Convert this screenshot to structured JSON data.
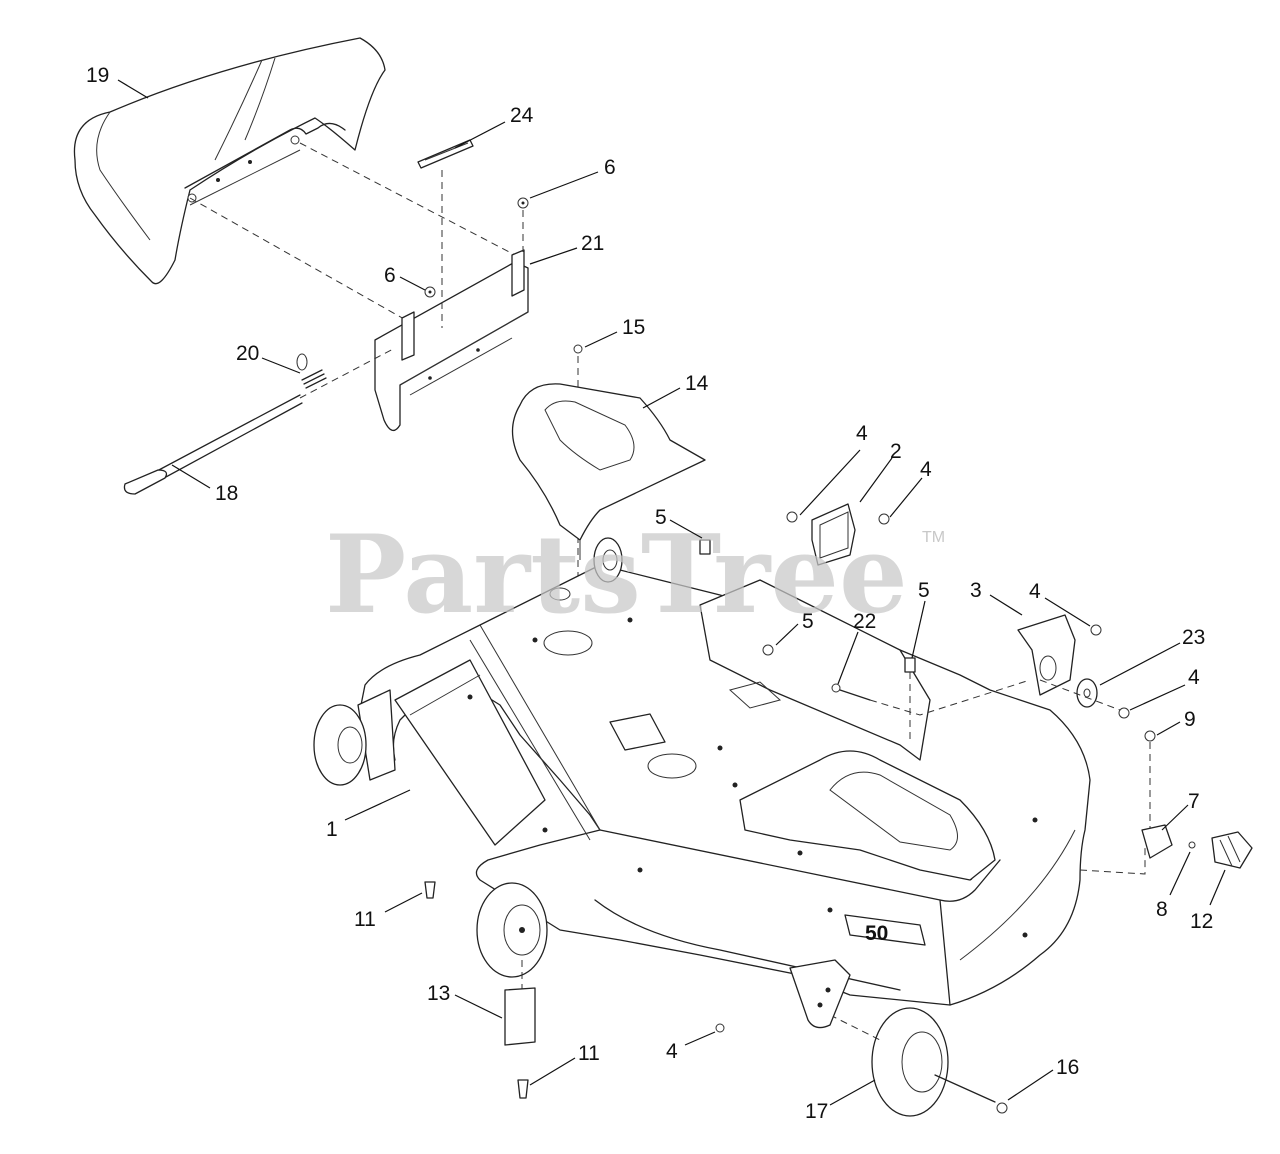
{
  "watermark": {
    "text": "PartsTree",
    "tm": "TM"
  },
  "callouts": [
    {
      "id": "c19",
      "text": "19"
    },
    {
      "id": "c24",
      "text": "24"
    },
    {
      "id": "c6a",
      "text": "6"
    },
    {
      "id": "c21",
      "text": "21"
    },
    {
      "id": "c6b",
      "text": "6"
    },
    {
      "id": "c15",
      "text": "15"
    },
    {
      "id": "c20",
      "text": "20"
    },
    {
      "id": "c14",
      "text": "14"
    },
    {
      "id": "c18",
      "text": "18"
    },
    {
      "id": "c4a",
      "text": "4"
    },
    {
      "id": "c2",
      "text": "2"
    },
    {
      "id": "c4b",
      "text": "4"
    },
    {
      "id": "c5a",
      "text": "5"
    },
    {
      "id": "c5b",
      "text": "5"
    },
    {
      "id": "c3",
      "text": "3"
    },
    {
      "id": "c4c",
      "text": "4"
    },
    {
      "id": "c5c",
      "text": "5"
    },
    {
      "id": "c22",
      "text": "22"
    },
    {
      "id": "c23",
      "text": "23"
    },
    {
      "id": "c4d",
      "text": "4"
    },
    {
      "id": "c9",
      "text": "9"
    },
    {
      "id": "c7",
      "text": "7"
    },
    {
      "id": "c1",
      "text": "1"
    },
    {
      "id": "c8",
      "text": "8"
    },
    {
      "id": "c12",
      "text": "12"
    },
    {
      "id": "c11a",
      "text": "11"
    },
    {
      "id": "c13",
      "text": "13"
    },
    {
      "id": "c4e",
      "text": "4"
    },
    {
      "id": "c11b",
      "text": "11"
    },
    {
      "id": "c16",
      "text": "16"
    },
    {
      "id": "c17",
      "text": "17"
    }
  ],
  "deck_badge": "50"
}
